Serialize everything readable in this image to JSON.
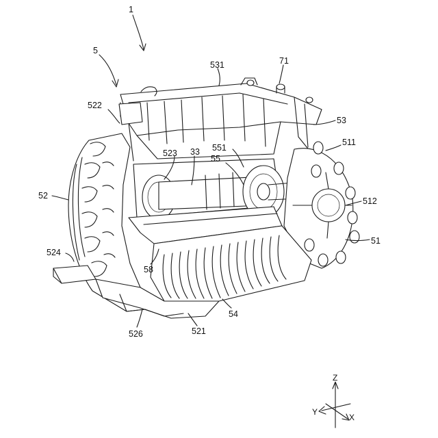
{
  "figure": {
    "labels": {
      "device": "1",
      "housing": "5",
      "top_cover": "531",
      "port": "71",
      "left_frame": "522",
      "right_flange": "53",
      "right_boss": "511",
      "bearing_seat": "551",
      "shaft_left": "523",
      "shaft": "33",
      "shaft_support": "55",
      "left_cover": "52",
      "hub": "512",
      "right_end_cover": "51",
      "left_bracket": "524",
      "ribbed_plate": "58",
      "cooling_fins": "54",
      "bottom_left": "526",
      "bottom_rib": "521"
    },
    "axes": {
      "z": "Z",
      "y": "Y",
      "x": "X"
    }
  }
}
